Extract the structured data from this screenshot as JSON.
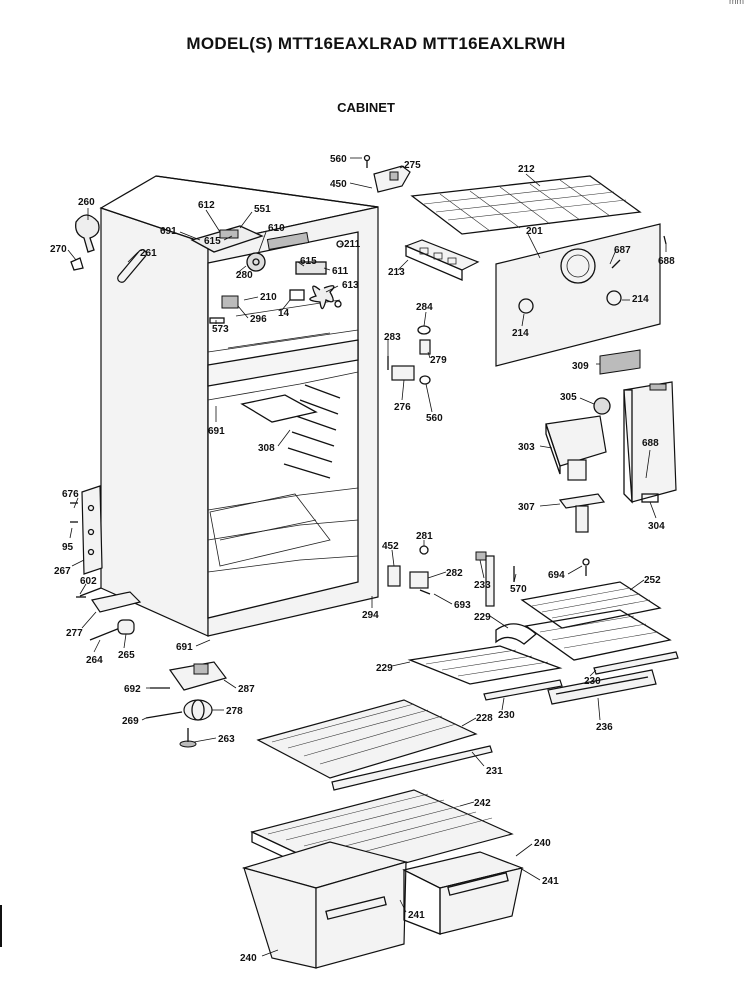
{
  "header": {
    "title": "MODEL(S) MTT16EAXLRAD  MTT16EAXLRWH",
    "section": "CABINET",
    "corner_mark": "mm"
  },
  "part_labels": [
    "560",
    "275",
    "450",
    "212",
    "260",
    "612",
    "551",
    "691",
    "615",
    "610",
    "270",
    "261",
    "201",
    "687",
    "688",
    "211",
    "615",
    "611",
    "280",
    "213",
    "613",
    "210",
    "14",
    "296",
    "573",
    "284",
    "283",
    "214",
    "214",
    "279",
    "309",
    "276",
    "560",
    "305",
    "691",
    "308",
    "688",
    "303",
    "307",
    "304",
    "676",
    "95",
    "267",
    "452",
    "281",
    "233",
    "282",
    "570",
    "694",
    "252",
    "602",
    "693",
    "294",
    "277",
    "229",
    "691",
    "264",
    "265",
    "229",
    "230",
    "230",
    "692",
    "287",
    "236",
    "269",
    "278",
    "228",
    "263",
    "231",
    "242",
    "240",
    "241",
    "241",
    "240"
  ]
}
